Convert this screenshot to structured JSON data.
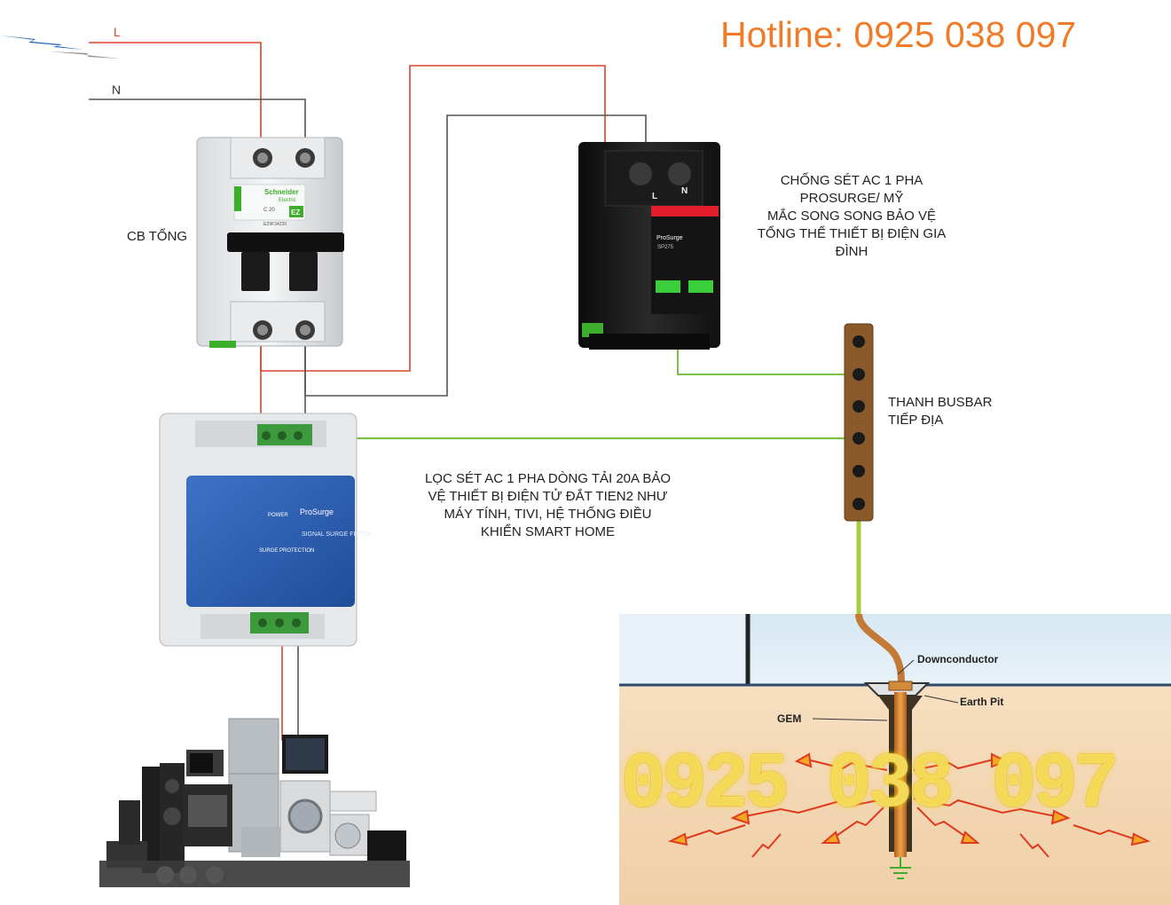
{
  "hotline": "Hotline: 0925 038 097",
  "wire_labels": {
    "live": "L",
    "neutral": "N"
  },
  "labels": {
    "cb_tong": "CB TỔNG",
    "spd_ac": [
      "CHỐNG SÉT AC 1 PHA",
      "PROSURGE/ MỸ",
      "MẮC SONG SONG BẢO VỆ",
      "TỔNG THỂ THIẾT BỊ ĐIỆN GIA",
      "ĐÌNH"
    ],
    "busbar": [
      "THANH BUSBAR",
      "TIẾP ĐỊA"
    ],
    "filter": [
      "LỌC SÉT AC 1 PHA DÒNG TẢI 20A BẢO",
      "VỆ THIẾT BỊ ĐIỆN TỬ ĐẮT TIEN2 NHƯ",
      "MÁY TÍNH, TIVI, HỆ THỐNG ĐIỀU",
      "KHIỂN SMART HOME"
    ]
  },
  "earthing": {
    "downconductor": "Downconductor",
    "earth_pit": "Earth Pit",
    "gem": "GEM"
  },
  "watermark": "0925 038 097",
  "breaker_text": {
    "brand": "Schneider",
    "sub": "Electric",
    "model": "C 20",
    "badge": "EZ",
    "ref": "EZ9F34220"
  },
  "spd_text": {
    "brand": "ProSurge",
    "model": "SP275",
    "terminal_l": "L",
    "terminal_n": "N"
  },
  "filter_text": {
    "brand": "ProSurge",
    "title": "SIGNAL SURGE FILTER",
    "power": "POWER",
    "protection": "SURGE PROTECTION"
  },
  "colors": {
    "live_wire": "#d8452c",
    "neutral_wire": "#555555",
    "earth_wire": "#7ac143",
    "earth_down": "#a4cf3a",
    "hotline": "#f07c2a",
    "busbar": "#8b5a2b",
    "soil": "#f3d9b8",
    "sky": "#cfe3f0",
    "watermark": "#fff07a"
  }
}
